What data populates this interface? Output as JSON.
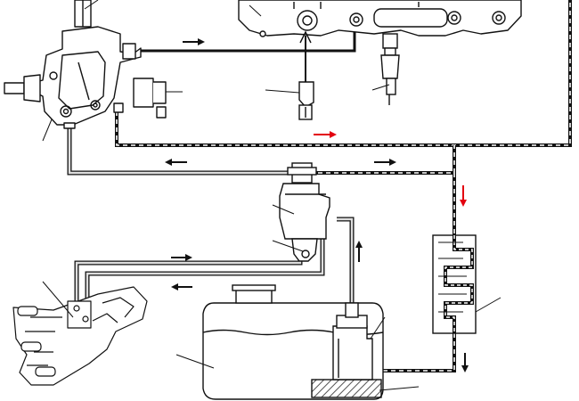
{
  "colors": {
    "background": "#ffffff",
    "line": "#111111",
    "fuel_return_dash": "#ffffff",
    "hatched_fill": "#8f8f8f",
    "flow_arrow_black": "#111111",
    "flow_arrow_red": "#e3000f"
  },
  "components": [
    {
      "id": "high-pressure-pump",
      "icon": "pump-assembly"
    },
    {
      "id": "fuel-rail",
      "icon": "common-rail"
    },
    {
      "id": "rail-pressure-sensor",
      "icon": "pressure-sensor"
    },
    {
      "id": "pressure-regulator",
      "icon": "regulator-valve"
    },
    {
      "id": "fuel-filter",
      "icon": "filter-canister"
    },
    {
      "id": "fuel-cooler",
      "icon": "heat-exchanger"
    },
    {
      "id": "fuel-tank",
      "icon": "tank"
    },
    {
      "id": "in-tank-pump",
      "icon": "lift-pump"
    },
    {
      "id": "fuel-heater",
      "icon": "heater-on-intake"
    }
  ],
  "flow_arrows": [
    {
      "id": "pump-to-rail",
      "direction": "right",
      "color": "black"
    },
    {
      "id": "rail-return",
      "direction": "right",
      "color": "red"
    },
    {
      "id": "return-left",
      "direction": "left",
      "color": "black"
    },
    {
      "id": "return-right",
      "direction": "right",
      "color": "black"
    },
    {
      "id": "to-cooler",
      "direction": "down",
      "color": "red"
    },
    {
      "id": "cooler-out",
      "direction": "down",
      "color": "black"
    },
    {
      "id": "filter-up",
      "direction": "up",
      "color": "black"
    },
    {
      "id": "heater-feed",
      "direction": "right",
      "color": "black"
    },
    {
      "id": "heater-return",
      "direction": "left",
      "color": "black"
    }
  ]
}
